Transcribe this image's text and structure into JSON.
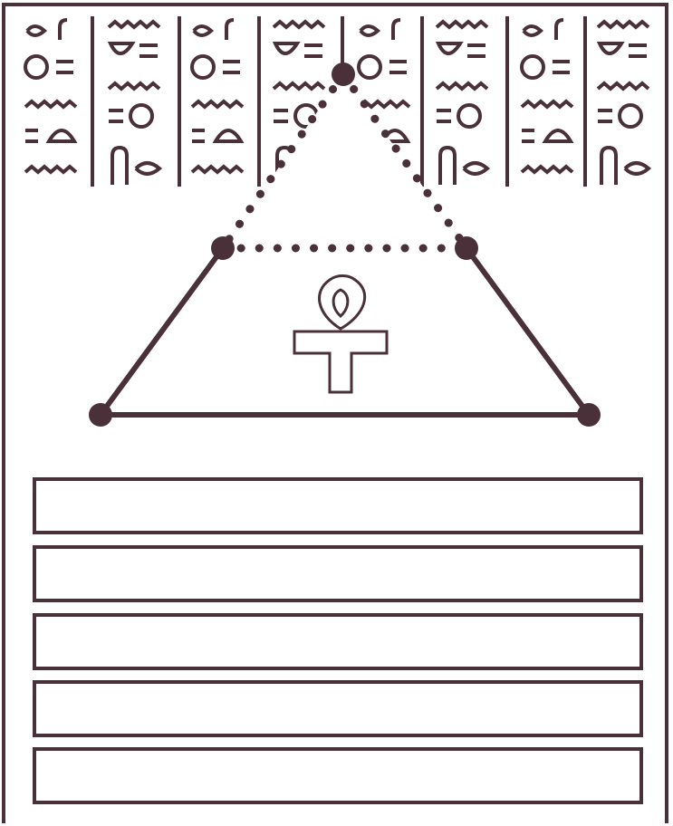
{
  "theme": {
    "ink_color": "#4a3038",
    "background_color": "#ffffff"
  },
  "header": {
    "pattern": "egyptian-hieroglyph-band",
    "panel_count": 8
  },
  "diagram": {
    "shape": "pyramid",
    "top_section": "dotted-triangle",
    "bottom_section": "solid-trapezoid",
    "vertex_count": 5,
    "center_icon": "ankh-icon"
  },
  "answer_lines": {
    "count": 5,
    "values": [
      "",
      "",
      "",
      "",
      ""
    ]
  }
}
